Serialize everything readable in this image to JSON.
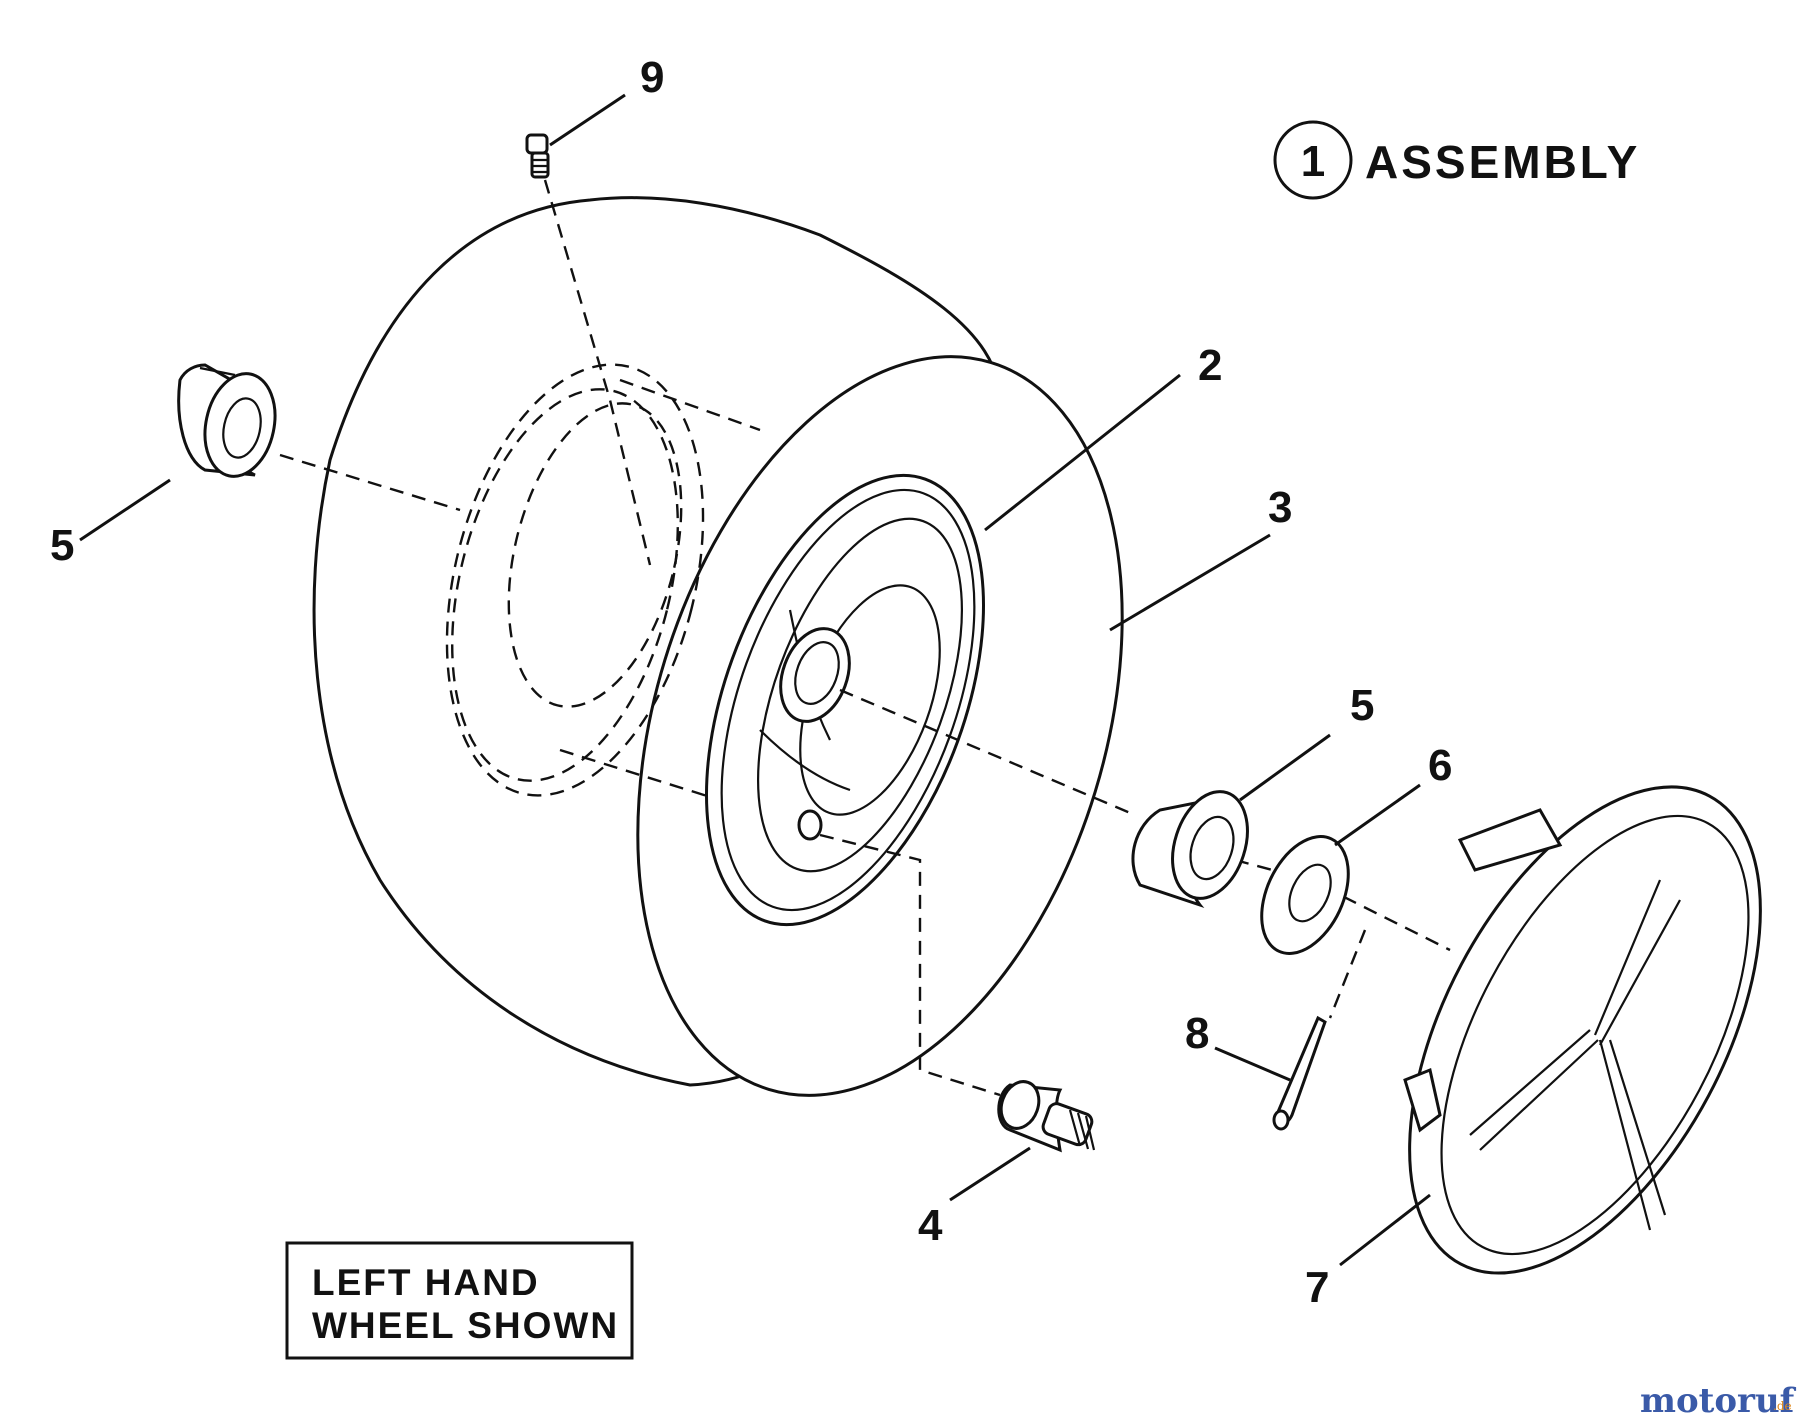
{
  "assembly": {
    "number": "1",
    "label": "ASSEMBLY"
  },
  "callouts": [
    {
      "id": "callout-9",
      "text": "9"
    },
    {
      "id": "callout-2",
      "text": "2"
    },
    {
      "id": "callout-3",
      "text": "3"
    },
    {
      "id": "callout-5-left",
      "text": "5"
    },
    {
      "id": "callout-5-right",
      "text": "5"
    },
    {
      "id": "callout-6",
      "text": "6"
    },
    {
      "id": "callout-8",
      "text": "8"
    },
    {
      "id": "callout-4",
      "text": "4"
    },
    {
      "id": "callout-7",
      "text": "7"
    }
  ],
  "note": {
    "line1": "LEFT HAND",
    "line2": "WHEEL SHOWN"
  },
  "watermark": {
    "brand": "motoruf",
    "suffix": ".de"
  },
  "colors": {
    "ink": "#111111",
    "watermark_blue": "#3a5aa8",
    "watermark_orange": "#e08a1e"
  }
}
